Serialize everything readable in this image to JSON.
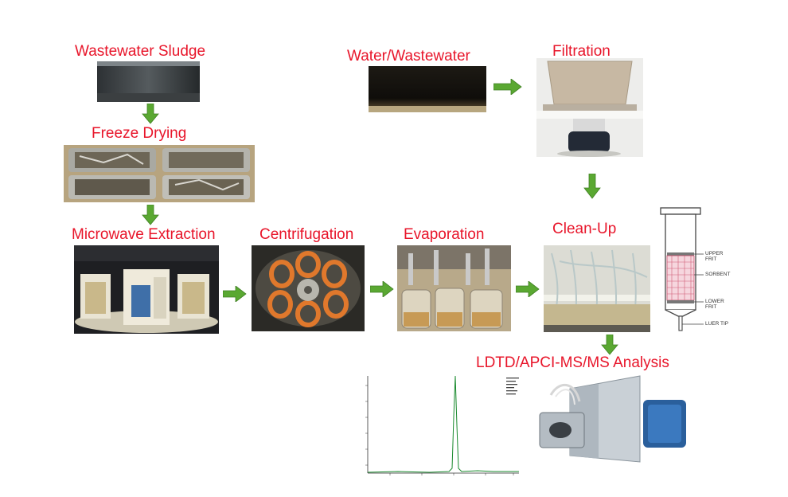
{
  "steps": {
    "sludge": "Wastewater Sludge",
    "freeze": "Freeze Drying",
    "microwave": "Microwave Extraction",
    "centrifugation": "Centrifugation",
    "evaporation": "Evaporation",
    "cleanup": "Clean-Up",
    "water": "Water/Wastewater",
    "filtration": "Filtration",
    "analysis": "LDTD/APCI-MS/MS Analysis"
  },
  "spe_cartridge": {
    "upper_frit": "UPPER FRIT",
    "sorbent": "SORBENT",
    "lower_frit": "LOWER FRIT",
    "luer_tip": "LUER TIP"
  },
  "colors": {
    "label": "#e8152a",
    "arrow": "#5aa832"
  }
}
